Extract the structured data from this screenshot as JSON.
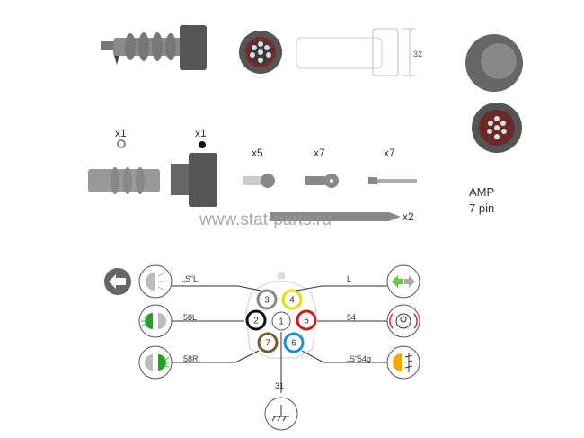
{
  "title": {
    "connector": "AMP",
    "pins": "7 pin"
  },
  "dimension": "32",
  "watermark": "www.stat-parts.ru",
  "parts": [
    {
      "name": "seal-ring",
      "qty": "x1"
    },
    {
      "name": "plug",
      "qty": "x1"
    },
    {
      "name": "wire-seal-a",
      "qty": "x5"
    },
    {
      "name": "wire-seal-b",
      "qty": "x7"
    },
    {
      "name": "contact-pin",
      "qty": "x7"
    },
    {
      "name": "tool",
      "qty": "x2"
    }
  ],
  "pins": [
    {
      "num": "1",
      "color": "#ffffff",
      "label": "31",
      "function": "ground"
    },
    {
      "num": "2",
      "color": "#111111",
      "label": "58L",
      "function": "left-position-light"
    },
    {
      "num": "3",
      "color": "#888888",
      "label": "„S“L",
      "function": "reverse-light"
    },
    {
      "num": "4",
      "color": "#e6dc00",
      "label": "L",
      "function": "left-turn-signal"
    },
    {
      "num": "5",
      "color": "#cc1a1a",
      "label": "54",
      "function": "brake-light"
    },
    {
      "num": "6",
      "color": "#1a90d0",
      "label": "„S“54g",
      "function": "fog-light"
    },
    {
      "num": "7",
      "color": "#7a5a2a",
      "label": "58R",
      "function": "right-position-light"
    }
  ]
}
